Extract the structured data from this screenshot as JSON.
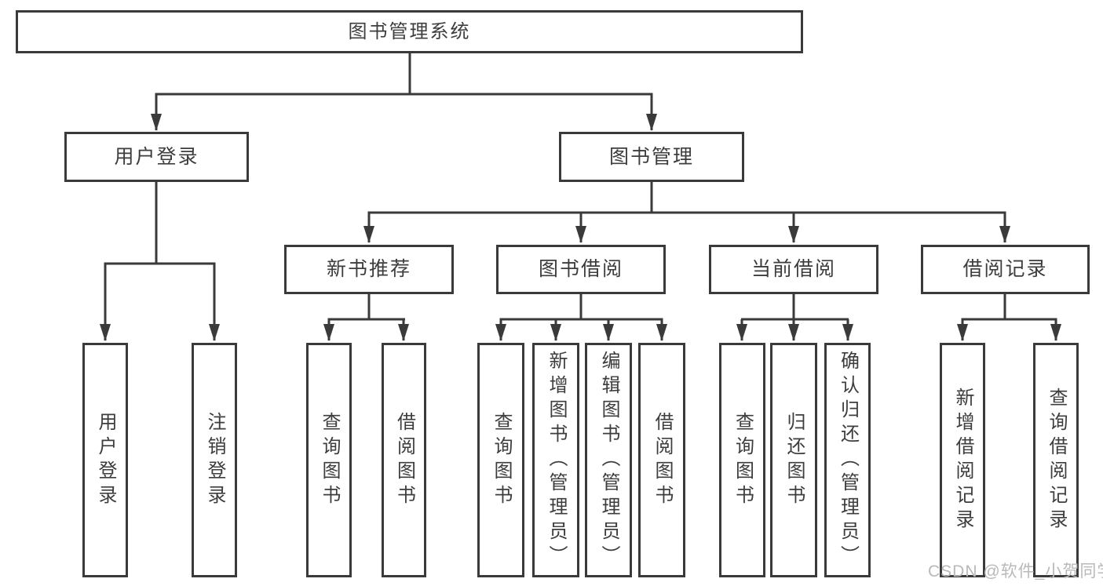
{
  "diagram": {
    "type": "hierarchy-tree",
    "tree": {
      "label": "图书管理系统",
      "children": [
        {
          "label": "用户登录",
          "children": [
            {
              "label": "用户登录"
            },
            {
              "label": "注销登录"
            }
          ]
        },
        {
          "label": "图书管理",
          "children": [
            {
              "label": "新书推荐",
              "children": [
                {
                  "label": "查询图书"
                },
                {
                  "label": "借阅图书"
                }
              ]
            },
            {
              "label": "图书借阅",
              "children": [
                {
                  "label": "查询图书"
                },
                {
                  "label": "新增图书（管理员）"
                },
                {
                  "label": "编辑图书（管理员）"
                },
                {
                  "label": "借阅图书"
                }
              ]
            },
            {
              "label": "当前借阅",
              "children": [
                {
                  "label": "查询图书"
                },
                {
                  "label": "归还图书"
                },
                {
                  "label": "确认归还（管理员）"
                }
              ]
            },
            {
              "label": "借阅记录",
              "children": [
                {
                  "label": "新增借阅记录"
                },
                {
                  "label": "查询借阅记录"
                }
              ]
            }
          ]
        }
      ]
    },
    "colors": {
      "line": "#3a3a3a",
      "box_border": "#3a3a3a",
      "text": "#3d3d3d",
      "background": "#ffffff",
      "watermark_text": "#b9b9b9"
    }
  },
  "watermark": "CSDN @软件_小贺同学"
}
